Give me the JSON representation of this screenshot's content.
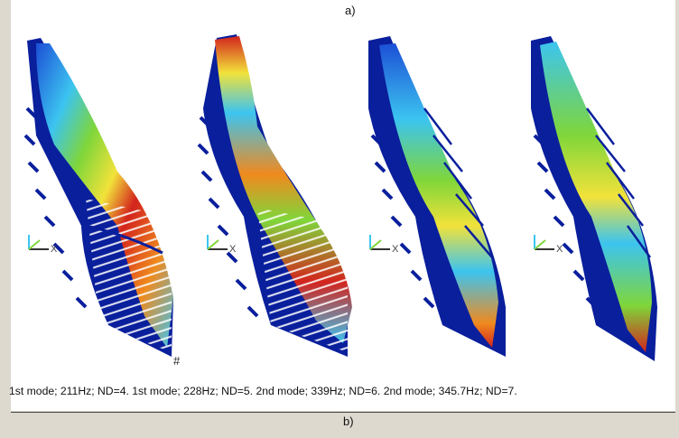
{
  "figure": {
    "panel_a_label": "a)",
    "panel_b_label": "b)",
    "hash_mark": "#",
    "caption": "1st mode; 211Hz; ND=4.  1st mode; 228Hz; ND=5.  2nd mode; 339Hz; ND=6. 2nd mode; 345.7Hz; ND=7.",
    "axis_triad_label": "X",
    "colors": {
      "background": "#ddd9cf",
      "deep_blue": "#0a1f9c",
      "blue": "#1c4fd6",
      "cyan": "#3cc4f0",
      "green": "#7fd63a",
      "yellow": "#f2e23a",
      "orange": "#f08a1e",
      "red": "#d3241d"
    }
  }
}
